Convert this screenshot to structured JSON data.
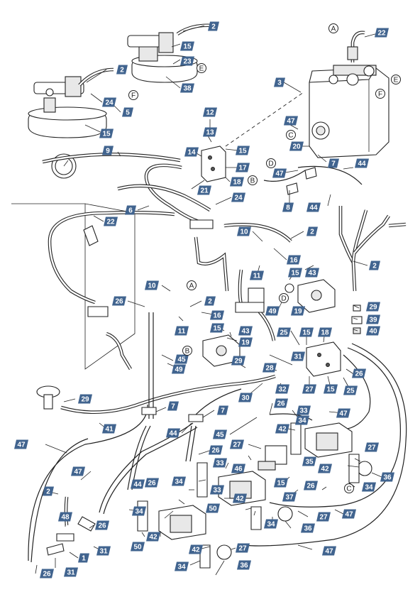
{
  "diagram": {
    "callouts": [
      {
        "id": "c1",
        "text": "2"
      },
      {
        "id": "c2",
        "text": "15"
      },
      {
        "id": "c3",
        "text": "23"
      },
      {
        "id": "c4",
        "text": "38"
      },
      {
        "id": "c5",
        "text": "2"
      },
      {
        "id": "c6",
        "text": "24"
      },
      {
        "id": "c7",
        "text": "5"
      },
      {
        "id": "c8",
        "text": "15"
      },
      {
        "id": "c9",
        "text": "22"
      },
      {
        "id": "c10",
        "text": "3"
      },
      {
        "id": "c11",
        "text": "12"
      },
      {
        "id": "c12",
        "text": "13"
      },
      {
        "id": "c13",
        "text": "15"
      },
      {
        "id": "c14",
        "text": "14"
      },
      {
        "id": "c15",
        "text": "17"
      },
      {
        "id": "c16",
        "text": "9"
      },
      {
        "id": "c17",
        "text": "21"
      },
      {
        "id": "c18",
        "text": "18"
      },
      {
        "id": "c19",
        "text": "24"
      },
      {
        "id": "c20",
        "text": "47"
      },
      {
        "id": "c21",
        "text": "20"
      },
      {
        "id": "c22",
        "text": "7"
      },
      {
        "id": "c23",
        "text": "44"
      },
      {
        "id": "c24",
        "text": "47"
      },
      {
        "id": "c25",
        "text": "8"
      },
      {
        "id": "c26",
        "text": "44"
      },
      {
        "id": "c27",
        "text": "6"
      },
      {
        "id": "c28",
        "text": "22"
      },
      {
        "id": "c29",
        "text": "10"
      },
      {
        "id": "c30",
        "text": "2"
      },
      {
        "id": "c31",
        "text": "16"
      },
      {
        "id": "c32",
        "text": "11"
      },
      {
        "id": "c33",
        "text": "15"
      },
      {
        "id": "c34",
        "text": "43"
      },
      {
        "id": "c35",
        "text": "2"
      },
      {
        "id": "c36",
        "text": "49"
      },
      {
        "id": "c37",
        "text": "19"
      },
      {
        "id": "c38",
        "text": "10"
      },
      {
        "id": "c39",
        "text": "26"
      },
      {
        "id": "c40",
        "text": "2"
      },
      {
        "id": "c41",
        "text": "16"
      },
      {
        "id": "c42",
        "text": "11"
      },
      {
        "id": "c43",
        "text": "15"
      },
      {
        "id": "c44",
        "text": "43"
      },
      {
        "id": "c45",
        "text": "19"
      },
      {
        "id": "c46",
        "text": "29"
      },
      {
        "id": "c47",
        "text": "39"
      },
      {
        "id": "c48",
        "text": "40"
      },
      {
        "id": "c49",
        "text": "25"
      },
      {
        "id": "c50",
        "text": "15"
      },
      {
        "id": "c51",
        "text": "18"
      },
      {
        "id": "c52",
        "text": "45"
      },
      {
        "id": "c53",
        "text": "49"
      },
      {
        "id": "c54",
        "text": "29"
      },
      {
        "id": "c55",
        "text": "28"
      },
      {
        "id": "c56",
        "text": "31"
      },
      {
        "id": "c57",
        "text": "32"
      },
      {
        "id": "c58",
        "text": "26"
      },
      {
        "id": "c59",
        "text": "27"
      },
      {
        "id": "c60",
        "text": "15"
      },
      {
        "id": "c61",
        "text": "25"
      },
      {
        "id": "c62",
        "text": "30"
      },
      {
        "id": "c63",
        "text": "29"
      },
      {
        "id": "c64",
        "text": "7"
      },
      {
        "id": "c65",
        "text": "7"
      },
      {
        "id": "c66",
        "text": "41"
      },
      {
        "id": "c67",
        "text": "44"
      },
      {
        "id": "c68",
        "text": "26"
      },
      {
        "id": "c69",
        "text": "33"
      },
      {
        "id": "c70",
        "text": "47"
      },
      {
        "id": "c71",
        "text": "34"
      },
      {
        "id": "c72",
        "text": "45"
      },
      {
        "id": "c73",
        "text": "42"
      },
      {
        "id": "c74",
        "text": "47"
      },
      {
        "id": "c75",
        "text": "27"
      },
      {
        "id": "c76",
        "text": "26"
      },
      {
        "id": "c77",
        "text": "35"
      },
      {
        "id": "c78",
        "text": "27"
      },
      {
        "id": "c79",
        "text": "46"
      },
      {
        "id": "c80",
        "text": "42"
      },
      {
        "id": "c81",
        "text": "33"
      },
      {
        "id": "c82",
        "text": "15"
      },
      {
        "id": "c83",
        "text": "34"
      },
      {
        "id": "c84",
        "text": "36"
      },
      {
        "id": "c85",
        "text": "47"
      },
      {
        "id": "c86",
        "text": "44"
      },
      {
        "id": "c87",
        "text": "26"
      },
      {
        "id": "c88",
        "text": "37"
      },
      {
        "id": "c89",
        "text": "26"
      },
      {
        "id": "c90",
        "text": "33"
      },
      {
        "id": "c91",
        "text": "34"
      },
      {
        "id": "c92",
        "text": "50"
      },
      {
        "id": "c93",
        "text": "42"
      },
      {
        "id": "c94",
        "text": "27"
      },
      {
        "id": "c95",
        "text": "47"
      },
      {
        "id": "c96",
        "text": "2"
      },
      {
        "id": "c97",
        "text": "48"
      },
      {
        "id": "c98",
        "text": "26"
      },
      {
        "id": "c99",
        "text": "34"
      },
      {
        "id": "c100",
        "text": "34"
      },
      {
        "id": "c101",
        "text": "36"
      },
      {
        "id": "c102",
        "text": "42"
      },
      {
        "id": "c103",
        "text": "31"
      },
      {
        "id": "c104",
        "text": "50"
      },
      {
        "id": "c105",
        "text": "42"
      },
      {
        "id": "c106",
        "text": "27"
      },
      {
        "id": "c107",
        "text": "47"
      },
      {
        "id": "c108",
        "text": "1"
      },
      {
        "id": "c109",
        "text": "34"
      },
      {
        "id": "c110",
        "text": "36"
      },
      {
        "id": "c111",
        "text": "26"
      },
      {
        "id": "c112",
        "text": "31"
      }
    ],
    "connectors": [
      {
        "id": "k1",
        "text": "E"
      },
      {
        "id": "k2",
        "text": "F"
      },
      {
        "id": "k3",
        "text": "A"
      },
      {
        "id": "k4",
        "text": "E"
      },
      {
        "id": "k5",
        "text": "F"
      },
      {
        "id": "k6",
        "text": "C"
      },
      {
        "id": "k7",
        "text": "D"
      },
      {
        "id": "k8",
        "text": "B"
      },
      {
        "id": "k9",
        "text": "A"
      },
      {
        "id": "k10",
        "text": "D"
      },
      {
        "id": "k11",
        "text": "B"
      },
      {
        "id": "k12",
        "text": "C"
      }
    ]
  },
  "colors": {
    "callout_fill": "#41648f",
    "callout_text": "#ffffff",
    "line": "#222222"
  }
}
